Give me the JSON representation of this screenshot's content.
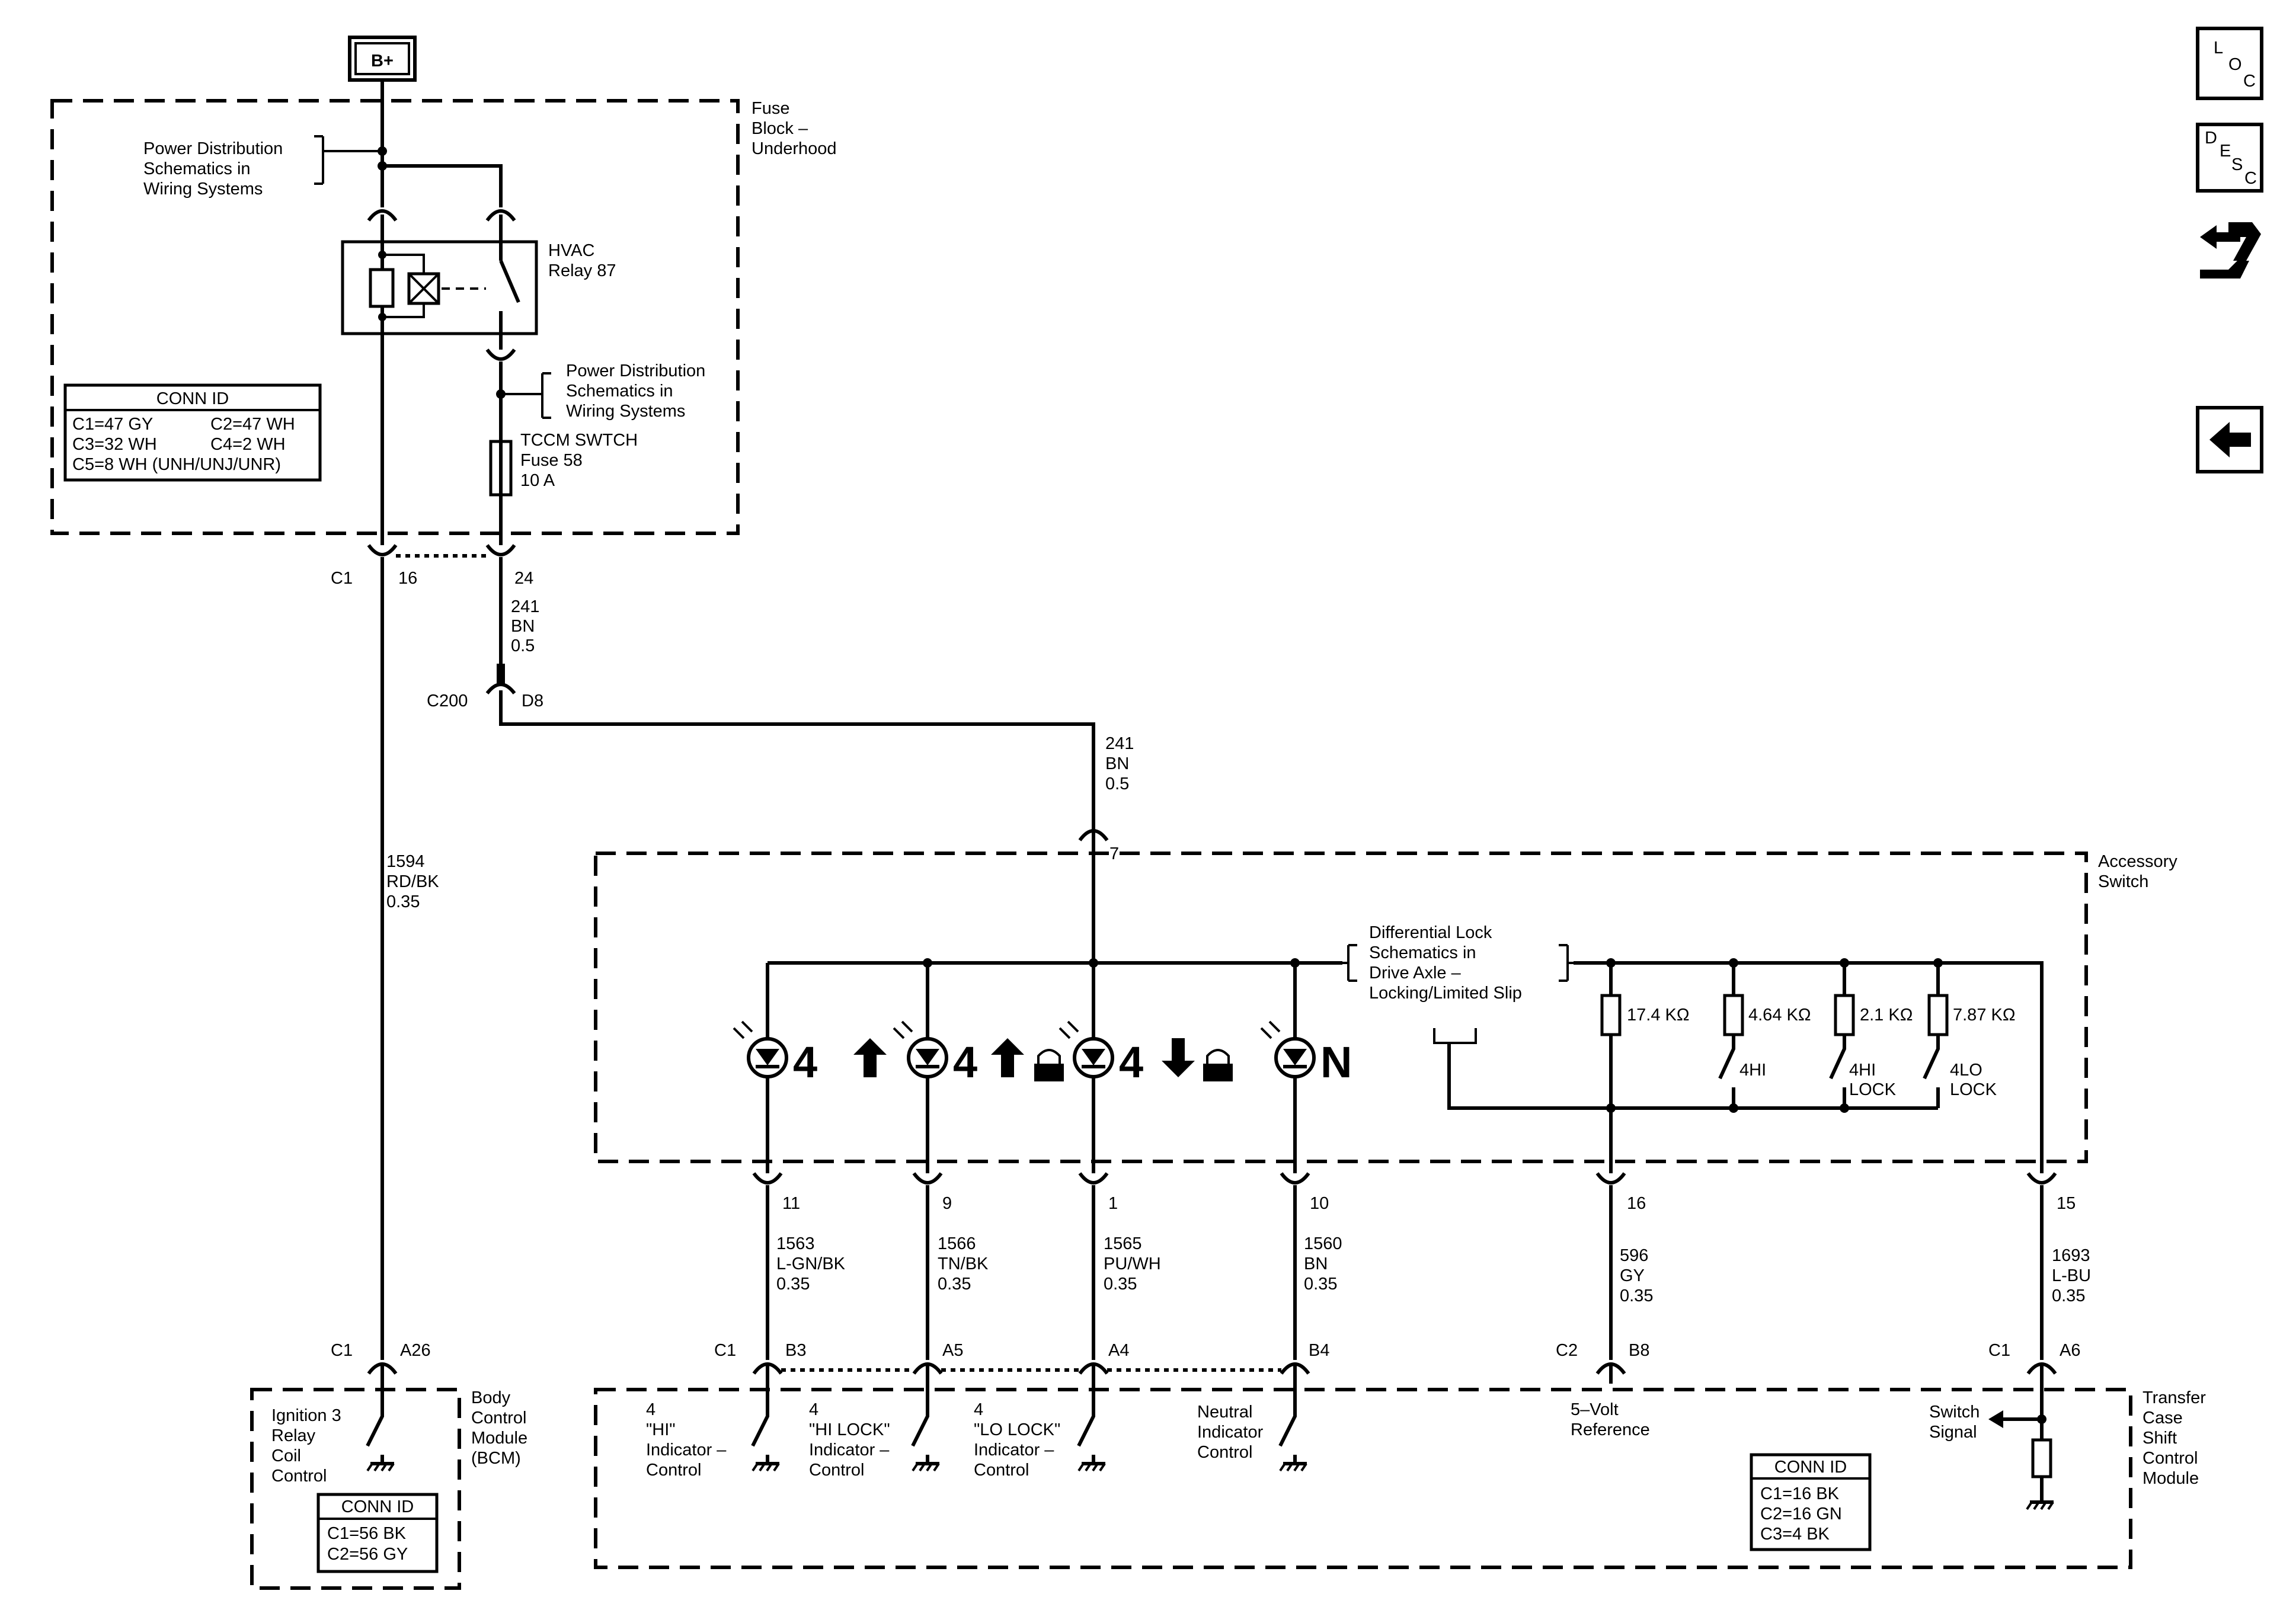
{
  "battery": {
    "label": "B+"
  },
  "fuse_block": {
    "title": [
      "Fuse",
      "Block –",
      "Underhood"
    ],
    "power_dist_top": [
      "Power Distribution",
      "Schematics in",
      "Wiring Systems"
    ],
    "power_dist_mid": [
      "Power Distribution",
      "Schematics in",
      "Wiring Systems"
    ],
    "relay_label": [
      "HVAC",
      "Relay 87"
    ],
    "fuse_label": [
      "TCCM SWTCH",
      "Fuse 58",
      "10 A"
    ],
    "conn_id": {
      "title": "CONN ID",
      "rows": [
        [
          "C1=47 GY",
          "C2=47 WH"
        ],
        [
          "C3=32 WH",
          "C4=2 WH"
        ],
        [
          "C5=8 WH (UNH/UNJ/UNR)",
          ""
        ]
      ]
    },
    "conn_labels": {
      "c1": "C1",
      "pin16": "16",
      "pin24": "24"
    }
  },
  "wires": {
    "w241_upper": [
      "241",
      "BN",
      "0.5"
    ],
    "w241_lower": [
      "241",
      "BN",
      "0.5"
    ],
    "w1594": [
      "1594",
      "RD/BK",
      "0.35"
    ],
    "w1563": [
      "1563",
      "L-GN/BK",
      "0.35"
    ],
    "w1566": [
      "1566",
      "TN/BK",
      "0.35"
    ],
    "w1565": [
      "1565",
      "PU/WH",
      "0.35"
    ],
    "w1560": [
      "1560",
      "BN",
      "0.35"
    ],
    "w596": [
      "596",
      "GY",
      "0.35"
    ],
    "w1693": [
      "1693",
      "L-BU",
      "0.35"
    ]
  },
  "c200": {
    "label": "C200",
    "pin": "D8"
  },
  "accessory_switch": {
    "title": [
      "Accessory",
      "Switch"
    ],
    "feed_pin": "7",
    "diff_lock": [
      "Differential Lock",
      "Schematics in",
      "Drive Axle –",
      "Locking/Limited Slip"
    ],
    "resistors": [
      "17.4 KΩ",
      "4.64 KΩ",
      "2.1 KΩ",
      "7.87 KΩ"
    ],
    "switch_labels": [
      [
        "4HI"
      ],
      [
        "4HI",
        "LOCK"
      ],
      [
        "4LO",
        "LOCK"
      ]
    ],
    "indicators": [
      "4",
      "4",
      "4",
      "N"
    ],
    "pins": [
      "11",
      "9",
      "1",
      "10",
      "16",
      "15"
    ]
  },
  "bcm": {
    "title": [
      "Body",
      "Control",
      "Module",
      "(BCM)"
    ],
    "conn_top": {
      "c": "C1",
      "pin": "A26"
    },
    "input_label": [
      "Ignition 3",
      "Relay",
      "Coil",
      "Control"
    ],
    "conn_id": {
      "title": "CONN ID",
      "rows": [
        "C1=56 BK",
        "C2=56 GY"
      ]
    }
  },
  "tccm": {
    "title": [
      "Transfer",
      "Case",
      "Shift",
      "Control",
      "Module"
    ],
    "conn_labels": {
      "c1_left": "C1",
      "b3": "B3",
      "a5": "A5",
      "a4": "A4",
      "b4": "B4",
      "c2": "C2",
      "b8": "B8",
      "c1_right": "C1",
      "a6": "A6"
    },
    "inputs": [
      [
        "4",
        "\"HI\"",
        "Indicator –",
        "Control"
      ],
      [
        "4",
        "\"HI LOCK\"",
        "Indicator –",
        "Control"
      ],
      [
        "4",
        "\"LO LOCK\"",
        "Indicator –",
        "Control"
      ],
      [
        "Neutral",
        "Indicator",
        "Control"
      ]
    ],
    "ref_label": [
      "5–Volt",
      "Reference"
    ],
    "switch_signal": [
      "Switch",
      "Signal"
    ],
    "conn_id": {
      "title": "CONN ID",
      "rows": [
        "C1=16 BK",
        "C2=16 GN",
        "C3=4 BK"
      ]
    }
  },
  "nav": {
    "loc": [
      "L",
      "O",
      "C"
    ],
    "desc": [
      "D",
      "E",
      "S",
      "C"
    ],
    "connector_icon": "connector-icon",
    "back_icon": "back-arrow-icon"
  }
}
